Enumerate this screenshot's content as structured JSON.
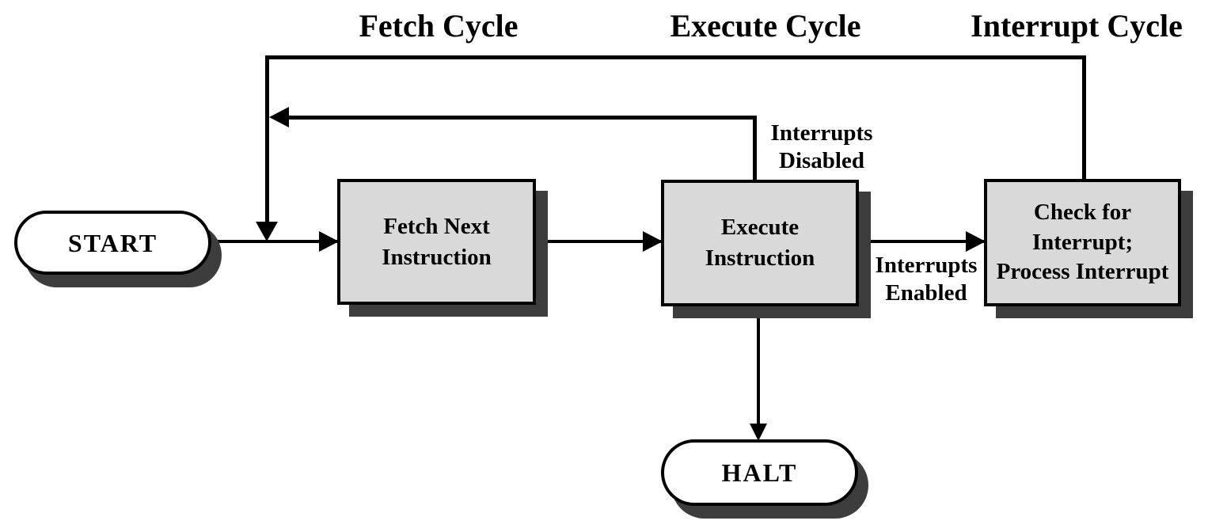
{
  "diagram": {
    "cycle_titles": {
      "fetch": "Fetch Cycle",
      "execute": "Execute Cycle",
      "interrupt": "Interrupt Cycle"
    },
    "nodes": {
      "start": {
        "type": "terminal",
        "label": "START"
      },
      "fetch": {
        "type": "process",
        "line1": "Fetch Next",
        "line2": "Instruction"
      },
      "execute": {
        "type": "process",
        "line1": "Execute",
        "line2": "Instruction"
      },
      "interrupt": {
        "type": "process",
        "line1": "Check for",
        "line2": "Interrupt;",
        "line3": "Process Interrupt"
      },
      "halt": {
        "type": "terminal",
        "label": "HALT"
      }
    },
    "edge_labels": {
      "disabled_line1": "Interrupts",
      "disabled_line2": "Disabled",
      "enabled_line1": "Interrupts",
      "enabled_line2": "Enabled"
    },
    "edges": [
      {
        "from": "start",
        "to": "fetch",
        "label": ""
      },
      {
        "from": "fetch",
        "to": "execute",
        "label": ""
      },
      {
        "from": "execute",
        "to": "interrupt",
        "label": "Interrupts Enabled"
      },
      {
        "from": "execute",
        "to": "fetch",
        "label": "Interrupts Disabled"
      },
      {
        "from": "interrupt",
        "to": "fetch",
        "label": ""
      },
      {
        "from": "execute",
        "to": "halt",
        "label": ""
      }
    ],
    "colors": {
      "box_fill": "#d9d9d9",
      "shadow": "#3d3d3d",
      "line": "#000000",
      "background": "#ffffff"
    }
  }
}
